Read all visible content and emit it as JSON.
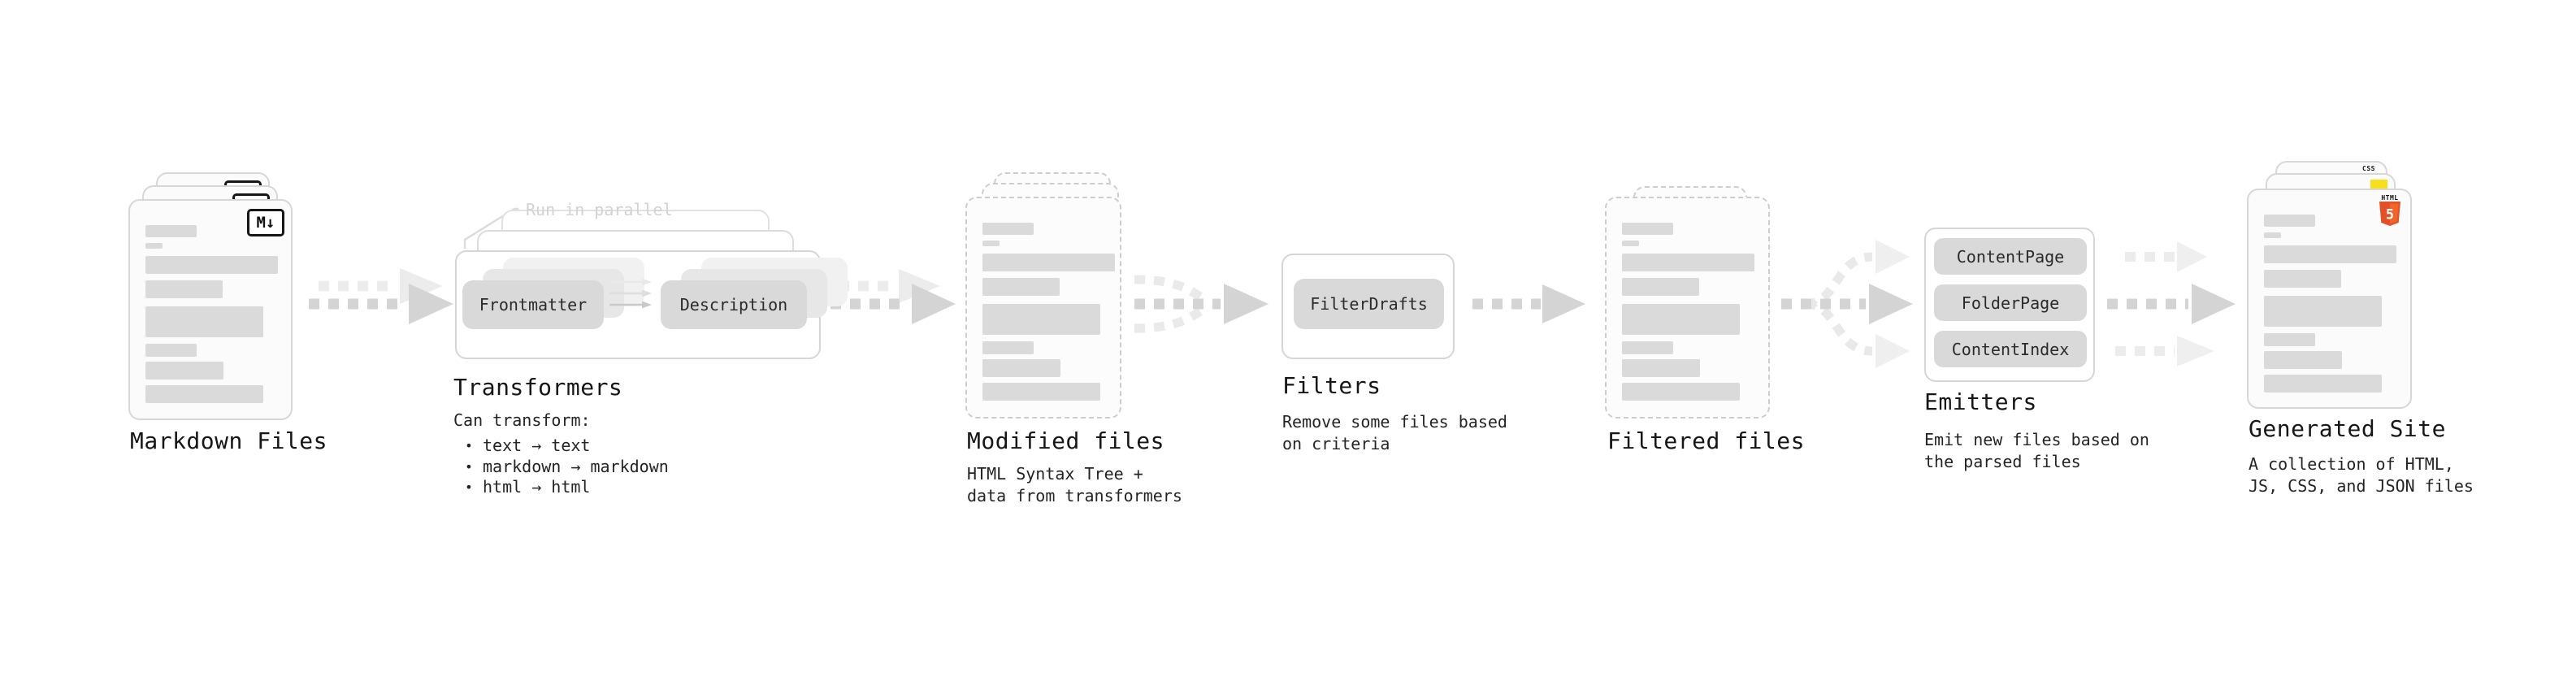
{
  "stages": {
    "markdown_files": {
      "title": "Markdown Files",
      "badge": "M↓"
    },
    "transformers": {
      "title": "Transformers",
      "parallel_note": "Run in parallel",
      "buttons": [
        "Frontmatter",
        "Description"
      ],
      "desc_heading": "Can transform:",
      "bullet_marker": "•",
      "bullets": [
        "text → text",
        "markdown → markdown",
        "html → html"
      ]
    },
    "modified_files": {
      "title": "Modified files",
      "desc": "HTML Syntax Tree +\ndata from transformers"
    },
    "filters": {
      "title": "Filters",
      "buttons": [
        "FilterDrafts"
      ],
      "desc": "Remove some files based\non criteria"
    },
    "filtered_files": {
      "title": "Filtered files"
    },
    "emitters": {
      "title": "Emitters",
      "buttons": [
        "ContentPage",
        "FolderPage",
        "ContentIndex"
      ],
      "desc": "Emit new files based on\nthe parsed files"
    },
    "generated_site": {
      "title": "Generated Site",
      "desc": "A collection of HTML,\nJS, CSS, and JSON files",
      "badges": {
        "css_label": "CSS",
        "html_label": "HTML",
        "html_number": "5"
      }
    }
  },
  "colors": {
    "html5_orange": "#e34f26",
    "html5_orange_light": "#f16529",
    "js_yellow": "#f7df1e",
    "css_blue": "#2962e8",
    "bar_gray": "#dadada",
    "arrow_gray": "#d4d4d4",
    "arrow_ghost": "#ececec"
  }
}
